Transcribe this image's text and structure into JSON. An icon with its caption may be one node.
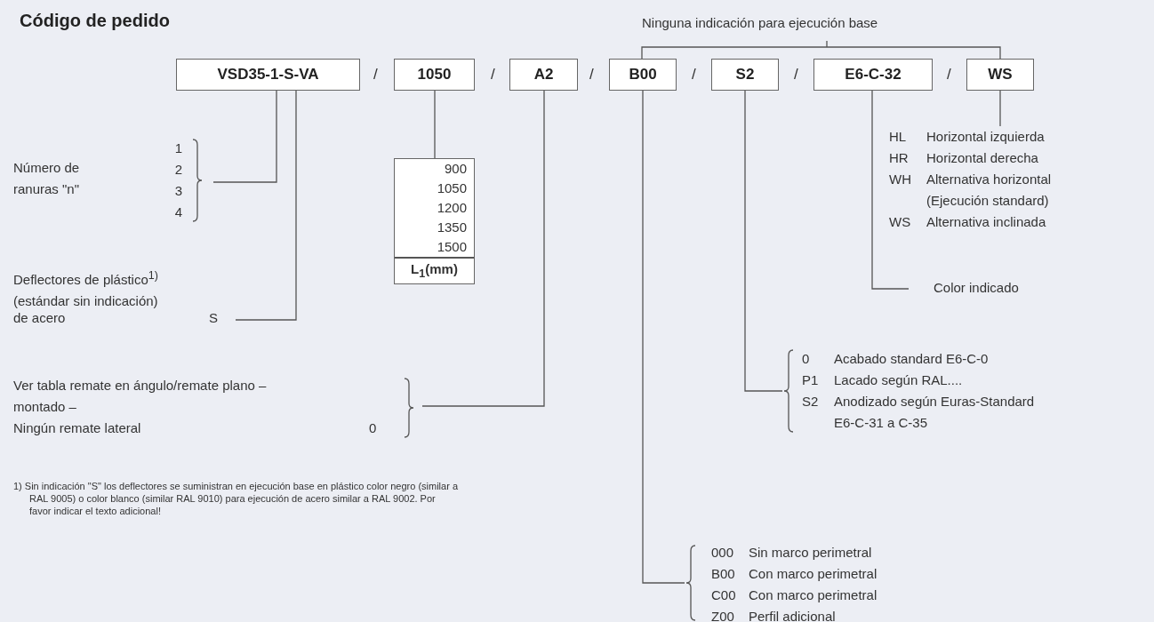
{
  "diagram": {
    "title": "Código de pedido",
    "nodes": [
      {
        "text": [
          "VSD35-1-S-VA"
        ]
      },
      {
        "text": [
          "1050"
        ]
      },
      {
        "text": [
          "A2"
        ]
      },
      {
        "text": [
          "B00"
        ]
      },
      {
        "text": [
          "S2"
        ]
      },
      {
        "text": [
          "E6-C-32"
        ]
      },
      {
        "text": [
          "WS"
        ]
      },
      {
        "text": [
          "Número de ranuras \"n\"",
          "1",
          "2",
          "3",
          "4"
        ]
      },
      {
        "text": [
          "Deflectores de plástico$^{1)}$ (estándar sin indicación)",
          "de acero",
          "S"
        ]
      },
      {
        "text": [
          "900",
          "1050",
          "1200",
          "1350",
          "1500",
          "L$_{1}$(mm)"
        ]
      },
      {
        "text": [
          "Ver tabla remate en ángulo/remate plano – montado –",
          "Ningún remate lateral",
          "0"
        ]
      },
      {
        "text": [
          "000",
          "Sin marco perimetral",
          "B00",
          "Con marco perimetral",
          "C00",
          "Con marco perimetral",
          "Z00",
          "Perfil adicional"
        ]
      },
      {
        "text": [
          "0",
          "Acabado standard E6-C-0",
          "P1",
          "Lacado según RAL....",
          "S2",
          "Anodizado según Euras-Standard E6-C-31 a C-35"
        ]
      },
      {
        "text": [
          "Color indicado"
        ]
      },
      {
        "text": [
          "HL",
          "Horizontal izquierda",
          "HR",
          "Horizontal derecha",
          "WH",
          "Alternativa horizontal (Ejecución standard)",
          "WS",
          "Alternativa inclinada"
        ]
      }
    ],
    "edges": [
      {
        "from": 0,
        "to": 7,
        "arrow": "none"
      },
      {
        "from": 0,
        "to": 8,
        "arrow": "none"
      },
      {
        "from": 1,
        "to": 9,
        "arrow": "none"
      },
      {
        "from": 2,
        "to": 10,
        "arrow": "none"
      },
      {
        "from": 3,
        "to": 11,
        "arrow": "none"
      },
      {
        "from": 4,
        "to": 12,
        "arrow": "none"
      },
      {
        "from": 5,
        "to": 13,
        "arrow": "none"
      },
      {
        "from": 6,
        "to": 14,
        "arrow": "none"
      }
    ],
    "labels": [
      "Ninguna indicación para ejecución base",
      "/",
      "/",
      "/",
      "/",
      "/",
      "/",
      "1) Sin indicación \"S\" los deflectores se suministran en ejecución base en plástico color negro (similar a RAL 9005) o color blanco (similar RAL 9010) para ejecución de acero similar a RAL 9002. Por favor indicar el texto adicional!"
    ]
  }
}
